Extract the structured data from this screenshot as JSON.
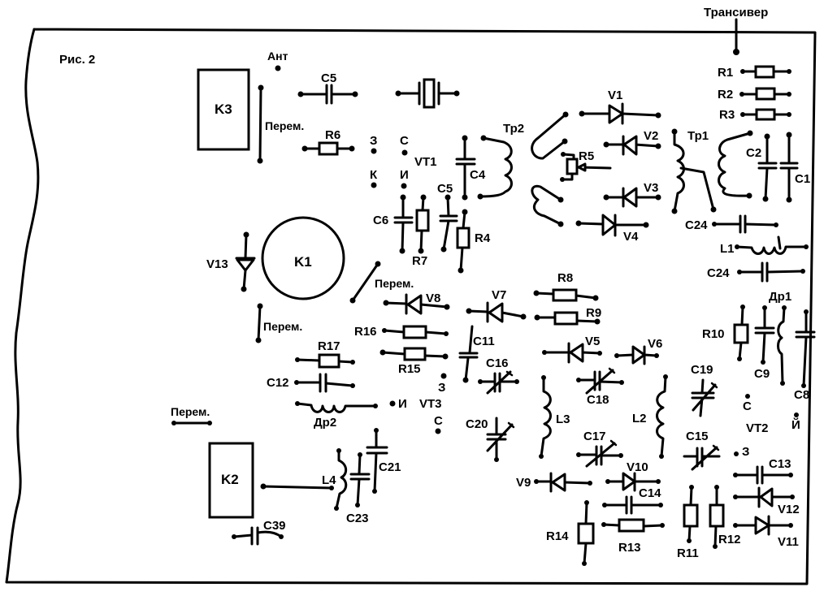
{
  "figure": {
    "title": "Рис. 2",
    "external_label": "Трансивер",
    "antenna_label": "Ант"
  },
  "labels": {
    "K1": "K1",
    "K2": "K2",
    "K3": "K3",
    "perem": "Перем.",
    "C1": "C1",
    "C2": "C2",
    "C4": "C4",
    "C5": "C5",
    "C6": "C6",
    "C8": "C8",
    "C9": "C9",
    "C11": "C11",
    "C12": "C12",
    "C13": "C13",
    "C14": "C14",
    "C15": "C15",
    "C16": "C16",
    "C17": "C17",
    "C18": "C18",
    "C19": "C19",
    "C20": "C20",
    "C21": "C21",
    "C23": "C23",
    "C24": "C24",
    "C39": "C39",
    "R1": "R1",
    "R2": "R2",
    "R3": "R3",
    "R4": "R4",
    "R5": "R5",
    "R6": "R6",
    "R7": "R7",
    "R8": "R8",
    "R9": "R9",
    "R10": "R10",
    "R11": "R11",
    "R12": "R12",
    "R13": "R13",
    "R14": "R14",
    "R15": "R15",
    "R16": "R16",
    "R17": "R17",
    "V1": "V1",
    "V2": "V2",
    "V3": "V3",
    "V4": "V4",
    "V5": "V5",
    "V6": "V6",
    "V7": "V7",
    "V8": "V8",
    "V9": "V9",
    "V10": "V10",
    "V11": "V11",
    "V12": "V12",
    "V13": "V13",
    "VT1": "VT1",
    "VT2": "VT2",
    "VT3": "VT3",
    "Tr1": "Тр1",
    "Tr2": "Тр2",
    "L1": "L1",
    "L2": "L2",
    "L3": "L3",
    "L4": "L4",
    "Dr1": "Др1",
    "Dr2": "Др2",
    "pin_Z": "З",
    "pin_S": "С",
    "pin_K": "К",
    "pin_I": "И",
    "pin_Y": "Й"
  }
}
